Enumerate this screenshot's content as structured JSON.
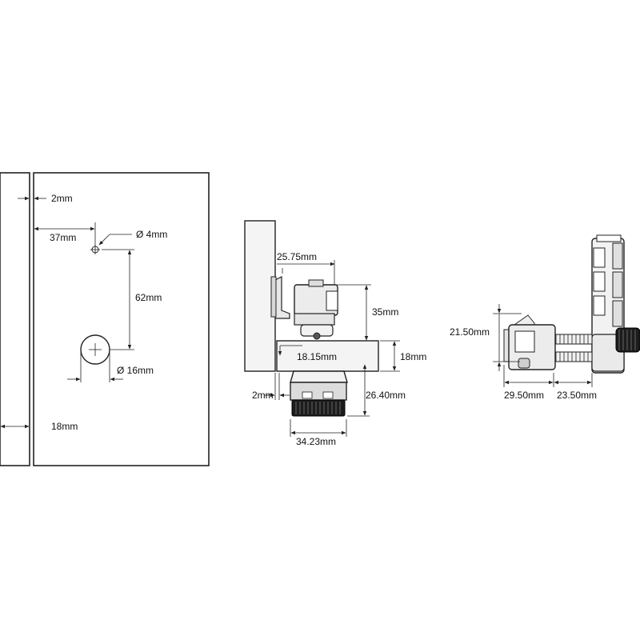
{
  "front_view": {
    "door_gap": "2mm",
    "hole_offset": "37mm",
    "small_hole_dia": "Ø 4mm",
    "hole_spacing": "62mm",
    "large_hole_dia": "Ø 16mm",
    "panel_thickness": "18mm"
  },
  "side_view": {
    "top_offset": "25.75mm",
    "lock_height": "35mm",
    "body_offset": "18.15mm",
    "panel_thickness": "18mm",
    "gap": "2mm",
    "knob_depth": "26.40mm",
    "knob_width": "34.23mm"
  },
  "rear_view": {
    "height": "21.50mm",
    "body_depth": "29.50mm",
    "knob_depth": "23.50mm"
  },
  "colors": {
    "line": "#222222",
    "panel_fill": "#f4f4f4",
    "knob": "#1c1c1c"
  }
}
